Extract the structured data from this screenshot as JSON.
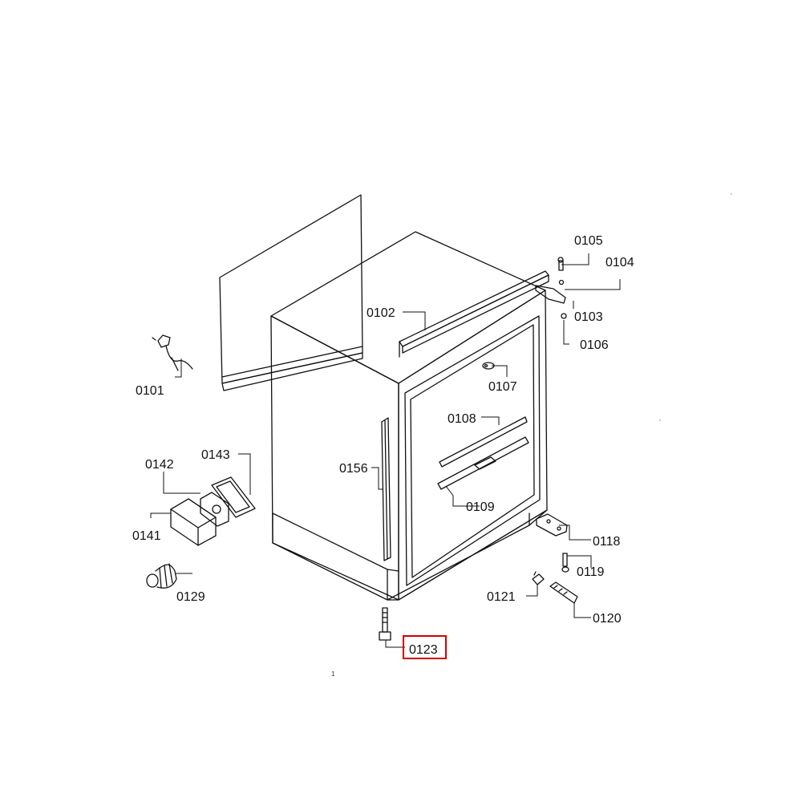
{
  "page_mark": "1",
  "highlight_color": "#d10000",
  "labels": {
    "p0101": "0101",
    "p0102": "0102",
    "p0103": "0103",
    "p0104": "0104",
    "p0105": "0105",
    "p0106": "0106",
    "p0107": "0107",
    "p0108": "0108",
    "p0109": "0109",
    "p0118": "0118",
    "p0119": "0119",
    "p0120": "0120",
    "p0121": "0121",
    "p0123": "0123",
    "p0129": "0129",
    "p0141": "0141",
    "p0142": "0142",
    "p0143": "0143",
    "p0156": "0156"
  },
  "highlighted_label": "0123"
}
